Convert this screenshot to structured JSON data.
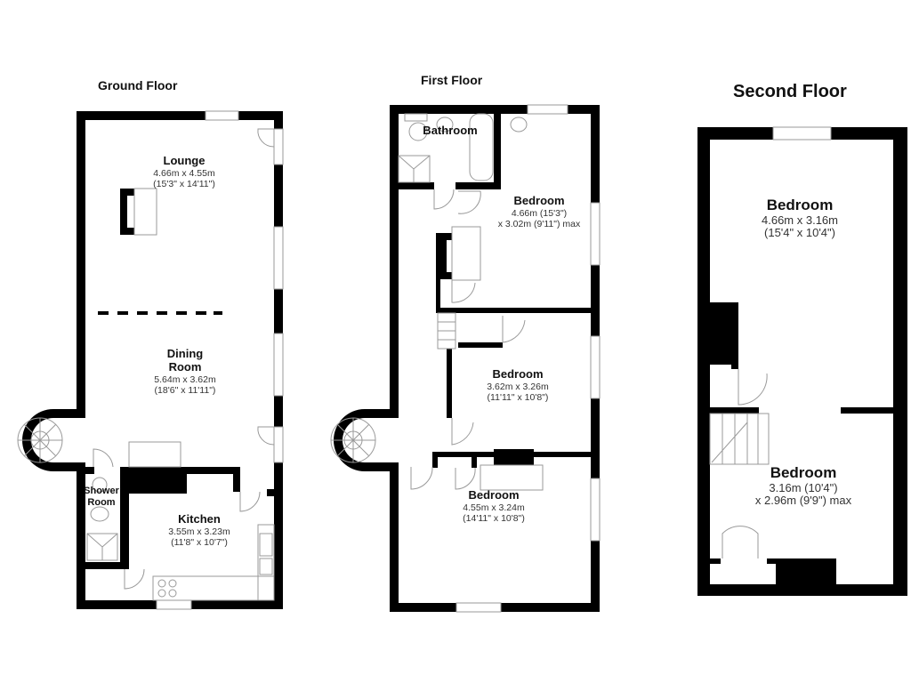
{
  "floors": {
    "ground": {
      "title": "Ground Floor",
      "rooms": {
        "lounge": {
          "name": "Lounge",
          "dim1": "4.66m x 4.55m",
          "dim2": "(15'3\" x 14'11\")"
        },
        "dining": {
          "name": "Dining",
          "name2": "Room",
          "dim1": "5.64m x 3.62m",
          "dim2": "(18'6\" x 11'11\")"
        },
        "shower": {
          "name": "Shower",
          "name2": "Room"
        },
        "kitchen": {
          "name": "Kitchen",
          "dim1": "3.55m x 3.23m",
          "dim2": "(11'8\" x 10'7\")"
        }
      }
    },
    "first": {
      "title": "First Floor",
      "rooms": {
        "bathroom": {
          "name": "Bathroom"
        },
        "bedroom1": {
          "name": "Bedroom",
          "dim1": "4.66m (15'3\")",
          "dim2": "x 3.02m (9'11\") max"
        },
        "bedroom2": {
          "name": "Bedroom",
          "dim1": "3.62m x 3.26m",
          "dim2": "(11'11\" x 10'8\")"
        },
        "bedroom3": {
          "name": "Bedroom",
          "dim1": "4.55m x 3.24m",
          "dim2": "(14'11\" x 10'8\")"
        }
      }
    },
    "second": {
      "title": "Second Floor",
      "rooms": {
        "bedroom1": {
          "name": "Bedroom",
          "dim1": "4.66m x 3.16m",
          "dim2": "(15'4\" x 10'4\")"
        },
        "bedroom2": {
          "name": "Bedroom",
          "dim1": "3.16m (10'4\")",
          "dim2": "x 2.96m (9'9\") max"
        }
      }
    }
  },
  "colors": {
    "wall": "#000000",
    "fixture": "#9a9a9a",
    "background": "#ffffff"
  }
}
